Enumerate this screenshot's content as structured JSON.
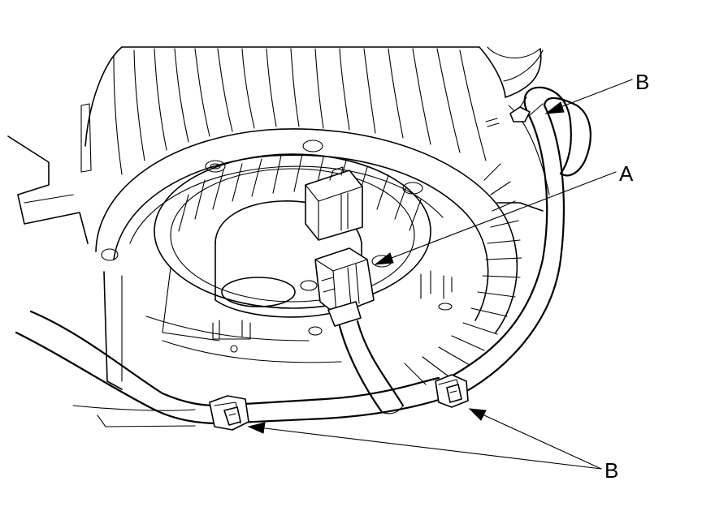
{
  "callouts": {
    "b_top": "B",
    "a": "A",
    "b_bottom": "B"
  },
  "colors": {
    "line": "#000000",
    "background": "#ffffff"
  }
}
